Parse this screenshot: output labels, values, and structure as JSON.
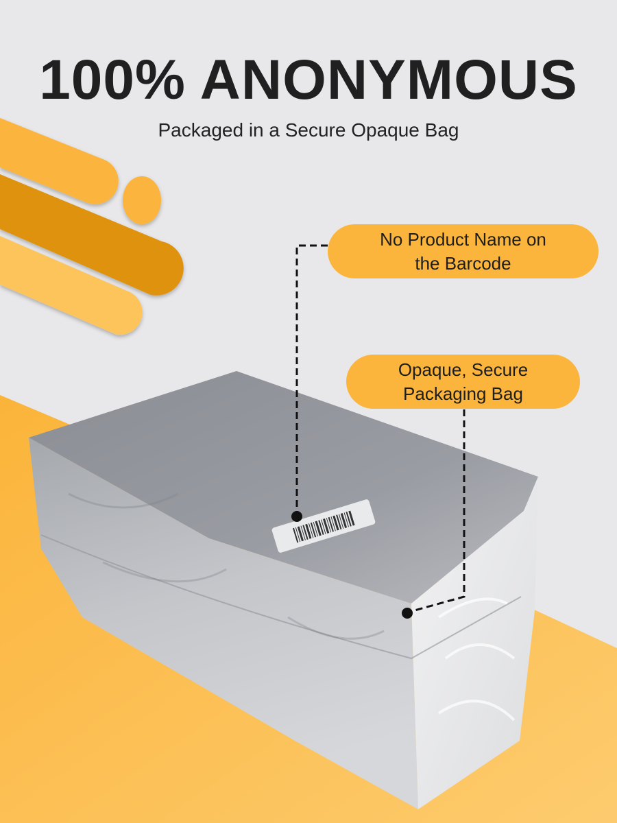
{
  "header": {
    "title": "100% ANONYMOUS",
    "subtitle": "Packaged in a Secure Opaque Bag"
  },
  "callouts": [
    {
      "label": "No Product Name on the Barcode",
      "line1": "No Product Name on",
      "line2": "the Barcode"
    },
    {
      "label": "Opaque, Secure Packaging Bag",
      "line1": "Opaque, Secure",
      "line2": "Packaging Bag"
    }
  ],
  "colors": {
    "background": "#e8e8ea",
    "accent_yellow": "#fbb53c",
    "accent_dark_orange": "#df920f",
    "accent_light_yellow": "#fdc45c",
    "floor_yellow": "#fcc45e",
    "text_dark": "#202020",
    "package_gray": "#8e9097"
  },
  "image": {
    "subject": "package-in-opaque-gray-bag-with-barcode-label"
  }
}
